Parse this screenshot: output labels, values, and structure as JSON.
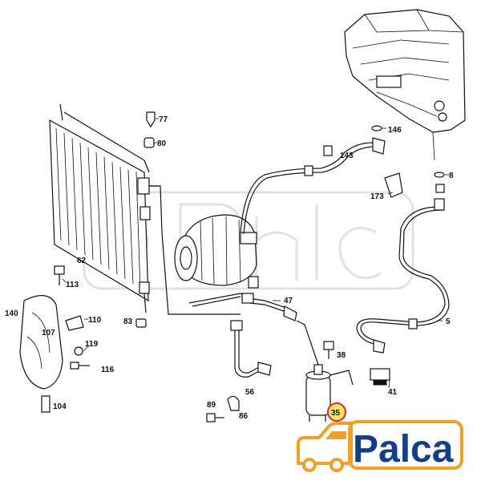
{
  "parts": [
    {
      "id": "p77",
      "label": "77"
    },
    {
      "id": "p80",
      "label": "80"
    },
    {
      "id": "p146",
      "label": "146"
    },
    {
      "id": "p143",
      "label": "143"
    },
    {
      "id": "p8",
      "label": "8"
    },
    {
      "id": "p173",
      "label": "173"
    },
    {
      "id": "p62",
      "label": "62"
    },
    {
      "id": "p113",
      "label": "113"
    },
    {
      "id": "p47",
      "label": "47"
    },
    {
      "id": "p140",
      "label": "140"
    },
    {
      "id": "p110",
      "label": "110"
    },
    {
      "id": "p107",
      "label": "107"
    },
    {
      "id": "p83",
      "label": "83"
    },
    {
      "id": "p5",
      "label": "5"
    },
    {
      "id": "p119",
      "label": "119"
    },
    {
      "id": "p38",
      "label": "38"
    },
    {
      "id": "p116",
      "label": "116"
    },
    {
      "id": "p41",
      "label": "41"
    },
    {
      "id": "p56",
      "label": "56"
    },
    {
      "id": "p89",
      "label": "89"
    },
    {
      "id": "p104",
      "label": "104"
    },
    {
      "id": "p86",
      "label": "86"
    },
    {
      "id": "p35",
      "label": "35"
    }
  ],
  "highlight": {
    "label": "35",
    "color": "#e32626",
    "fill": "#ffe36b"
  },
  "logo": {
    "text": "Palca",
    "text_color": "#123f8c",
    "car_color": "#f0a028"
  }
}
